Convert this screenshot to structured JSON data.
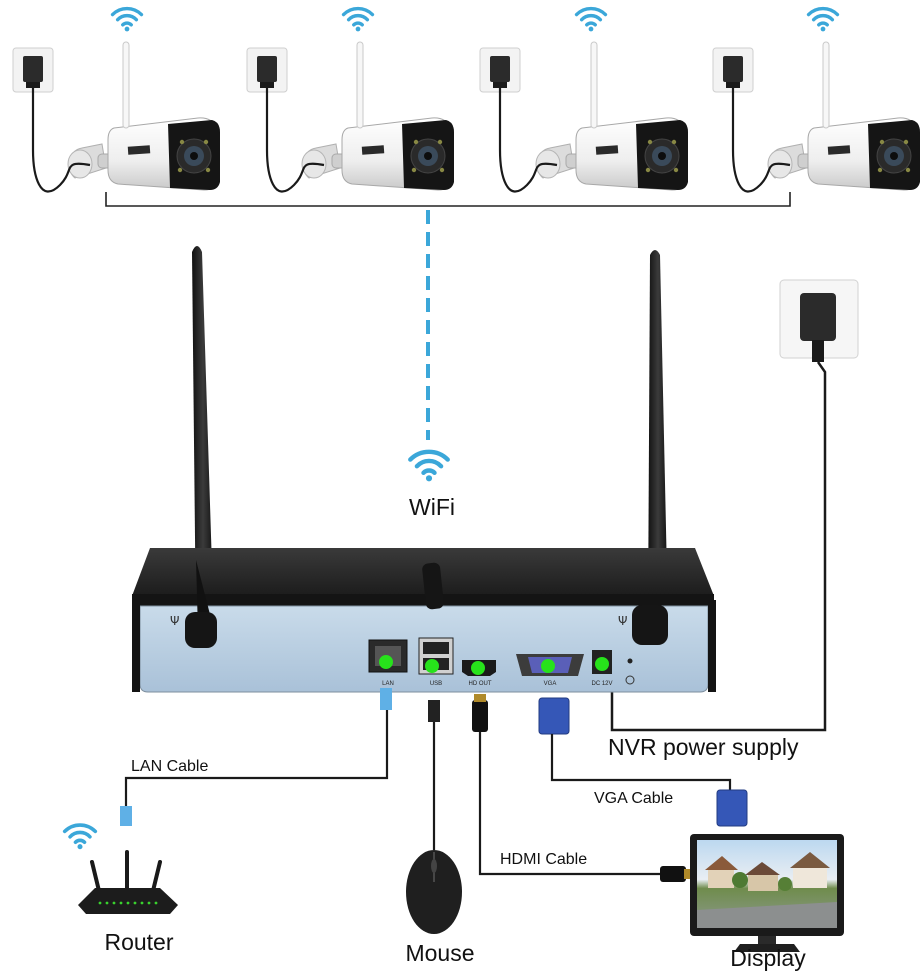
{
  "labels": {
    "wifi": "WiFi",
    "power_supply": "NVR power supply",
    "lan_cable": "LAN Cable",
    "vga_cable": "VGA Cable",
    "hdmi_cable": "HDMI Cable",
    "router": "Router",
    "mouse": "Mouse",
    "display": "Display"
  },
  "nvr_ports": {
    "lan": "LAN",
    "usb": "USB",
    "hdmi": "HD OUT",
    "vga": "VGA",
    "dc": "DC 12V"
  },
  "cameras": [
    {
      "id": "camera-1"
    },
    {
      "id": "camera-2"
    },
    {
      "id": "camera-3"
    },
    {
      "id": "camera-4"
    }
  ],
  "colors": {
    "wifi_blue": "#3ba7d9",
    "nvr_face": "#b9cfe2",
    "port_dot": "#27e21b",
    "cable": "#1a1a1a",
    "vga_blue": "#3557b7",
    "lan_blue": "#5fb0e6"
  }
}
